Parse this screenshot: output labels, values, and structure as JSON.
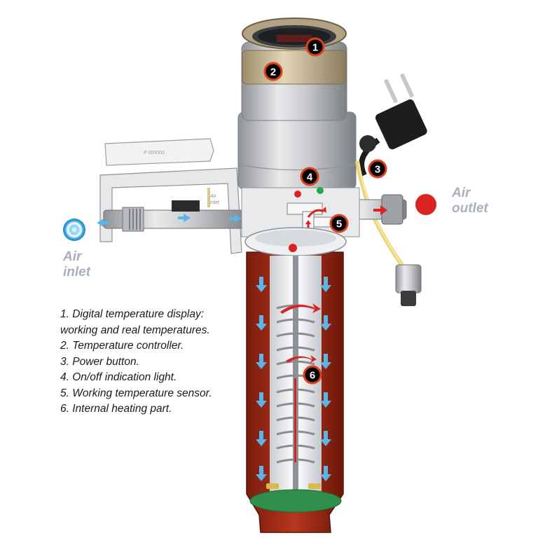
{
  "callouts": [
    {
      "num": "1"
    },
    {
      "num": "2"
    },
    {
      "num": "3"
    },
    {
      "num": "4"
    },
    {
      "num": "5"
    },
    {
      "num": "6"
    }
  ],
  "legend": [
    "1. Digital temperature display:",
    "working and real temperatures.",
    "2. Temperature controller.",
    "3. Power button.",
    "4. On/off indication light.",
    "5. Working temperature sensor.",
    "6. Internal heating part."
  ],
  "air_inlet": {
    "line1": "Air",
    "line2": "inlet"
  },
  "air_outlet": {
    "line1": "Air",
    "line2": "outlet"
  },
  "bracket_mark": "P 000000",
  "inner_label": {
    "line1": "Air",
    "line2": "inlet"
  },
  "colors": {
    "heater_red": "#a42a16",
    "air_blue": "#5db4e6",
    "marker_red": "#d92323",
    "indicator_green": "#25a84a",
    "callout_fill": "#000000",
    "callout_ring": "#e0401c",
    "label_gray": "#a9b0bb"
  }
}
